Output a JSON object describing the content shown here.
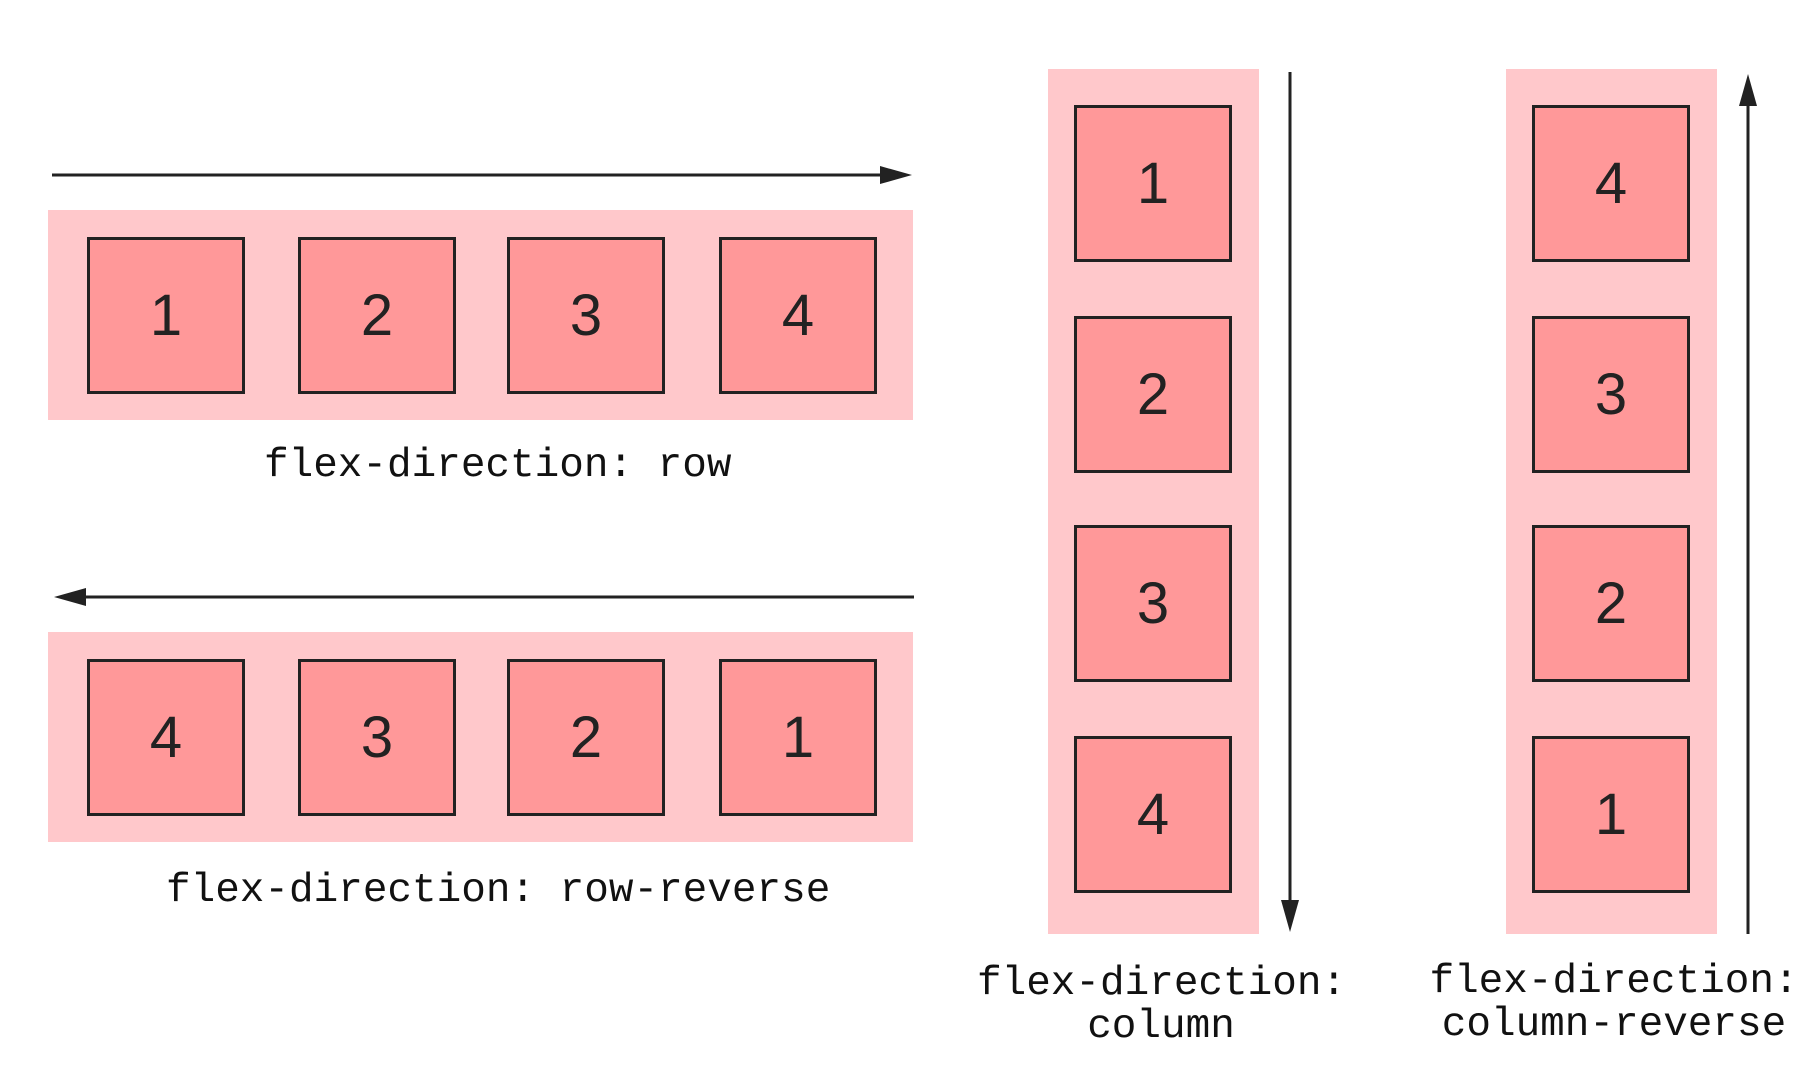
{
  "panels": {
    "row": {
      "items": [
        "1",
        "2",
        "3",
        "4"
      ],
      "caption": "flex-direction: row"
    },
    "row_reverse": {
      "items": [
        "4",
        "3",
        "2",
        "1"
      ],
      "caption": "flex-direction: row-reverse"
    },
    "column": {
      "items": [
        "1",
        "2",
        "3",
        "4"
      ],
      "caption_line1": "flex-direction:",
      "caption_line2": "column"
    },
    "column_reverse": {
      "items": [
        "4",
        "3",
        "2",
        "1"
      ],
      "caption_line1": "flex-direction:",
      "caption_line2": "column-reverse"
    }
  },
  "colors": {
    "container": "#ffc8cb",
    "item_fill": "#ff9899",
    "item_border": "#222222",
    "arrow": "#222222"
  },
  "arrow_directions": {
    "row": "right",
    "row_reverse": "left",
    "column": "down",
    "column_reverse": "up"
  }
}
